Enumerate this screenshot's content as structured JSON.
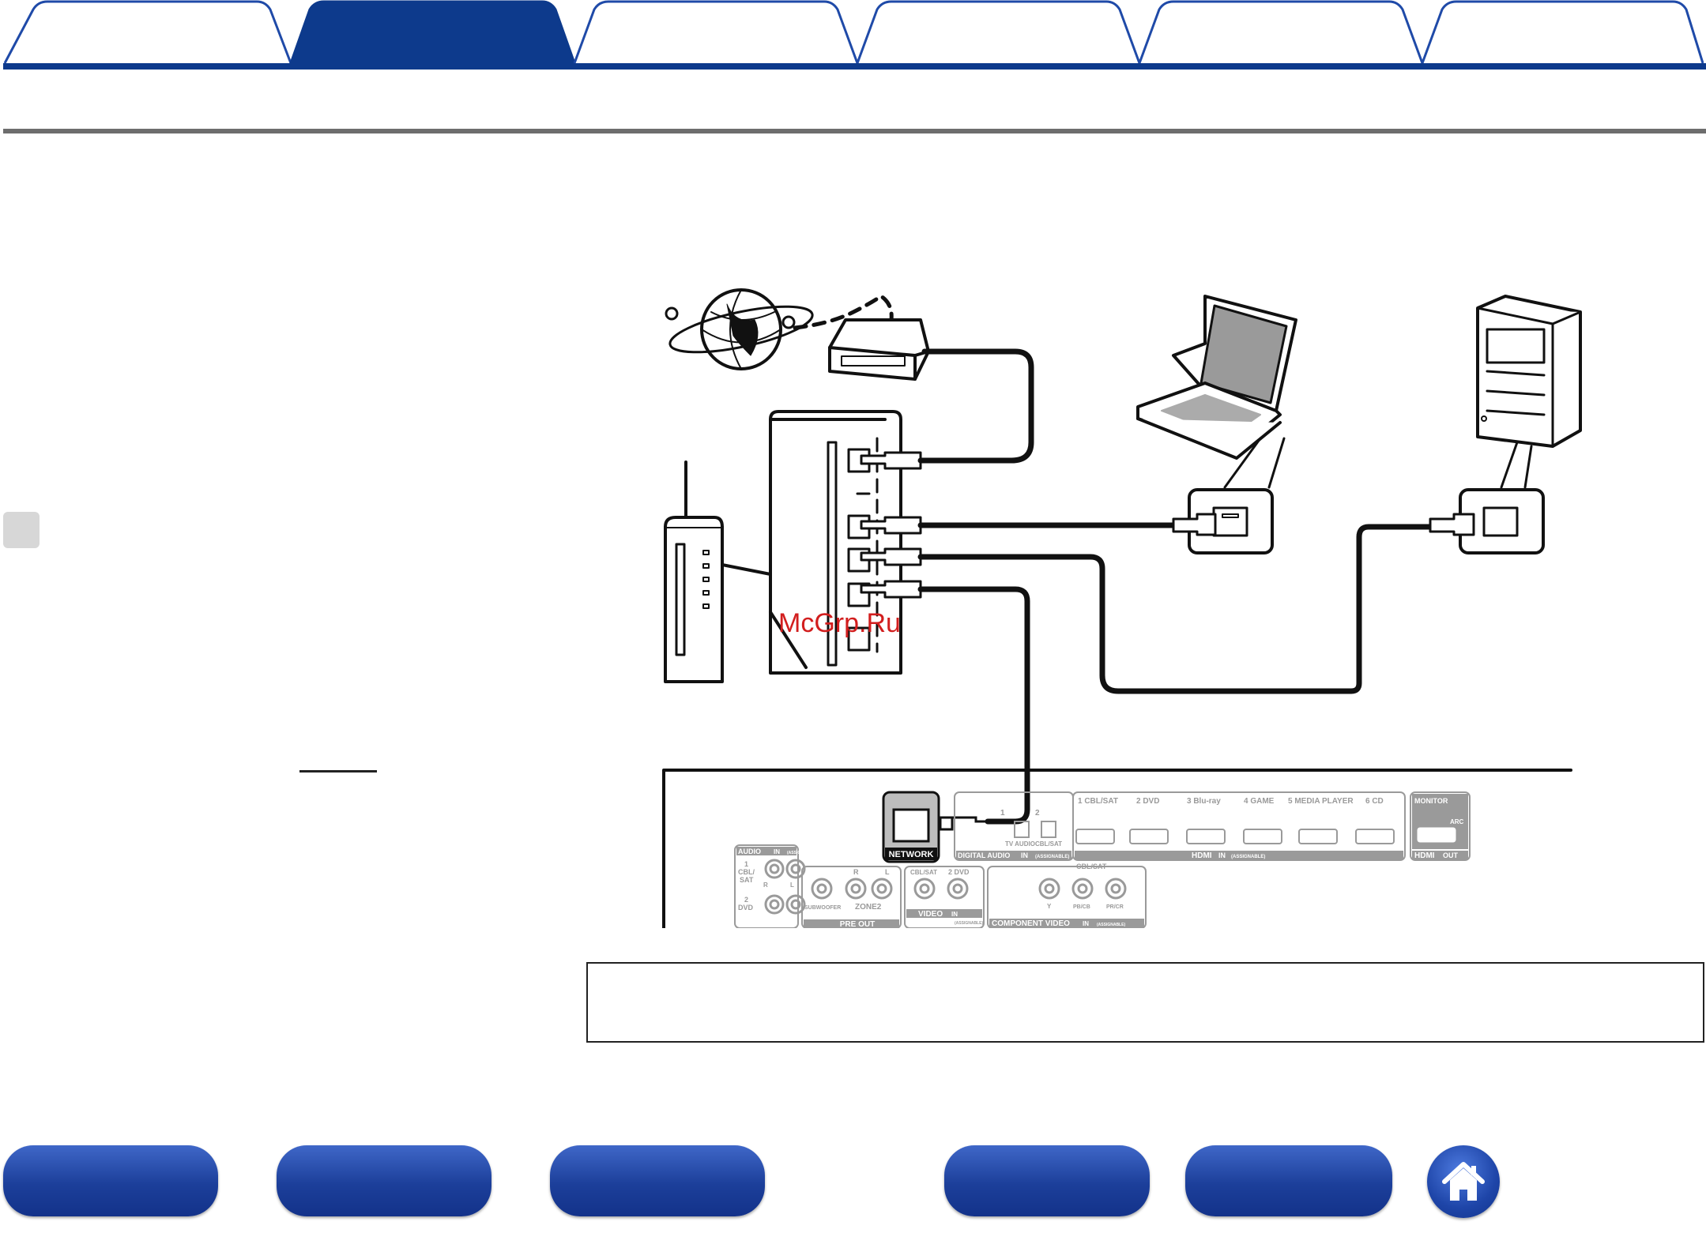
{
  "tabs": [
    {
      "label": ""
    },
    {
      "label": ""
    },
    {
      "label": ""
    },
    {
      "label": ""
    },
    {
      "label": ""
    },
    {
      "label": ""
    }
  ],
  "active_tab_index": 1,
  "colors": {
    "accent": "#0d3a8c",
    "tab_border": "#1f4aa8",
    "rule": "#6d6d6d",
    "cable": "#111111",
    "panel": "#9a9a9a"
  },
  "diagram": {
    "watermark": "McGrp.Ru",
    "network_label": "NETWORK",
    "panel": {
      "digital_audio": {
        "num1": "1",
        "num2": "2",
        "tv_audio": "TV AUDIO",
        "cbl_sat": "CBL/SAT",
        "label": "DIGITAL AUDIO",
        "in": "IN",
        "assignable": "(ASSIGNABLE)"
      },
      "hdmi_inputs": [
        "1  CBL/SAT",
        "2  DVD",
        "3  Blu-ray",
        "4  GAME",
        "5  MEDIA PLAYER",
        "6  CD"
      ],
      "hdmi_label": "HDMI",
      "hdmi_in": "IN",
      "hdmi_assignable": "(ASSIGNABLE)",
      "monitor": "MONITOR",
      "arc": "ARC",
      "hdmi_out_label": "HDMI",
      "hdmi_out": "OUT",
      "audio_label": "AUDIO",
      "audio_in": "IN",
      "audio_assignable": "(ASSIGNABLE)",
      "audio_1": "1",
      "audio_cbl": "CBL/",
      "audio_sat": "SAT",
      "audio_2": "2",
      "audio_dvd": "DVD",
      "r": "R",
      "l": "L",
      "subwoofer": "SUBWOOFER",
      "zone2": "ZONE2",
      "pre_out": "PRE OUT",
      "video_cbl_sat": "CBL/SAT",
      "video_dvd": "2 DVD",
      "video_label": "VIDEO",
      "video_in": "IN",
      "video_assignable": "(ASSIGNABLE)",
      "comp_cbl_sat": "CBL/SAT",
      "comp_y": "Y",
      "comp_pb": "PB/CB",
      "comp_pr": "PR/CR",
      "comp_label": "COMPONENT VIDEO",
      "comp_in": "IN",
      "comp_assignable": "(ASSIGNABLE)"
    }
  },
  "note_text": "",
  "nav_buttons": [
    {
      "label": ""
    },
    {
      "label": ""
    },
    {
      "label": ""
    },
    {
      "label": ""
    },
    {
      "label": ""
    }
  ],
  "home_icon": "home-icon"
}
